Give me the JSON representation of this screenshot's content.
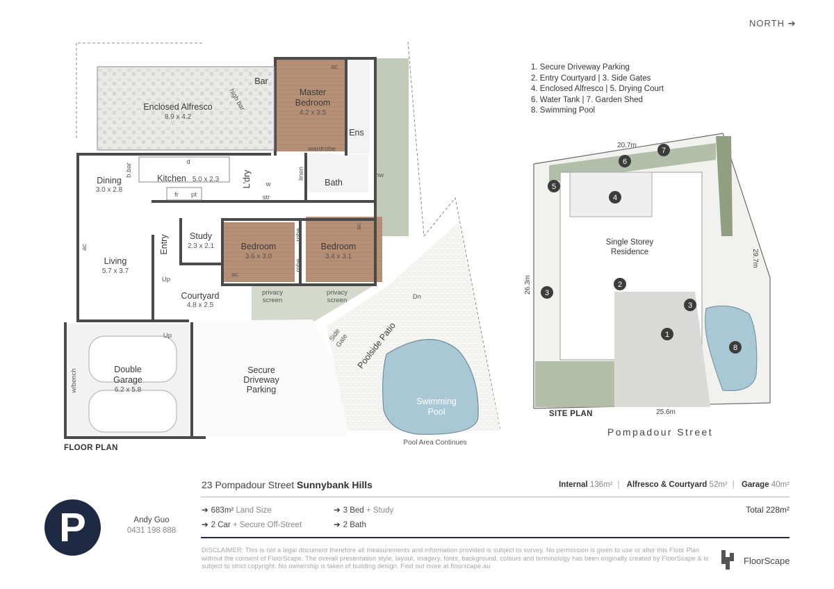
{
  "header": {
    "north": "NORTH"
  },
  "floor_plan": {
    "title": "FLOOR PLAN",
    "rooms": {
      "alfresco": {
        "name": "Enclosed Alfresco",
        "dim": "8.9 x 4.2"
      },
      "bar": "Bar",
      "high_bar": "high bar",
      "master": {
        "name1": "Master",
        "name2": "Bedroom",
        "dim": "4.2 x 3.5"
      },
      "ens": "Ens",
      "wardrobe": "wardrobe",
      "ac": "ac",
      "dining": {
        "name": "Dining",
        "dim": "3.0 x 2.8"
      },
      "bbar": "b.bar",
      "kitchen": {
        "name": "Kitchen",
        "dim": "5.0 x 2.3"
      },
      "d": "d",
      "fr": "fr",
      "pt": "pt",
      "ldry": "L'dry",
      "w": "w",
      "str": "str",
      "linen": "linen",
      "bath": "Bath",
      "hw": "hw",
      "living": {
        "name": "Living",
        "dim": "5.7 x 3.7"
      },
      "entry": "Entry",
      "study": {
        "name": "Study",
        "dim": "2.3 x 2.1"
      },
      "bedroom2": {
        "name": "Bedroom",
        "dim": "3.6 x 3.0"
      },
      "bedroom3": {
        "name": "Bedroom",
        "dim": "3.4 x 3.1"
      },
      "robe": "robe",
      "up": "Up",
      "courtyard": {
        "name": "Courtyard",
        "dim": "4.8 x 2.5"
      },
      "privacy": "privacy",
      "screen": "screen",
      "dn": "Dn",
      "side": "Side",
      "gate": "Gate",
      "poolside": "Poolside Patio",
      "garage": {
        "name1": "Double",
        "name2": "Garage",
        "dim": "6.2 x 5.8"
      },
      "bench": "w/bench",
      "driveway": {
        "l1": "Secure",
        "l2": "Driveway",
        "l3": "Parking"
      },
      "pool": {
        "l1": "Swimming",
        "l2": "Pool"
      },
      "pool_continues": "Pool Area Continues"
    }
  },
  "site_plan": {
    "title": "SITE PLAN",
    "street": "Pompadour Street",
    "legend": [
      "1. Secure Driveway Parking",
      "2. Entry Courtyard  |  3. Side Gates",
      "4. Enclosed Alfresco |  5. Drying Court",
      "6. Water Tank  |  7. Garden Shed",
      "8. Swimming Pool"
    ],
    "dims": {
      "top": "20.7m",
      "right": "29.7m",
      "left": "26.3m",
      "bottom": "25.6m"
    },
    "residence": {
      "l1": "Single Storey",
      "l2": "Residence"
    },
    "markers": [
      "1",
      "2",
      "3",
      "3",
      "4",
      "5",
      "6",
      "7",
      "8"
    ]
  },
  "info": {
    "address_plain": "23 Pompadour Street",
    "address_bold": "Sunnybank Hills",
    "areas": [
      {
        "label": "Internal",
        "value": "136m²"
      },
      {
        "label": "Alfresco & Courtyard",
        "value": "52m²"
      },
      {
        "label": "Garage",
        "value": "40m²"
      }
    ],
    "total_label": "Total 228m²",
    "features": [
      {
        "main": "683m²",
        "sub": "Land Size"
      },
      {
        "main": "3 Bed",
        "sub": "+ Study"
      },
      {
        "main": "2 Car",
        "sub": "+ Secure Off-Street"
      },
      {
        "main": "2 Bath",
        "sub": ""
      }
    ]
  },
  "agent": {
    "name": "Andy Guo",
    "phone": "0431 198 888",
    "logo_letter": "P"
  },
  "disclaimer": "DISCLAIMER: This is not a legal document therefore all measurements and information provided is subject to survey. No permission is given to use or alter this Floor Plan without the consent of FloorScape. The overall presentation style, layout, imagery, fonts, background, colours and terminology has been originally created by FloorScape & is subject to strict copyright. No ownership is taken of building design. Find out more at floorscape.au",
  "brand": {
    "name": "FloorScape"
  },
  "colors": {
    "navy": "#1e2a44",
    "bedroom_floor": "#b58f76",
    "pool_water": "#a9c8d6",
    "lawn": "#a7b59a"
  }
}
